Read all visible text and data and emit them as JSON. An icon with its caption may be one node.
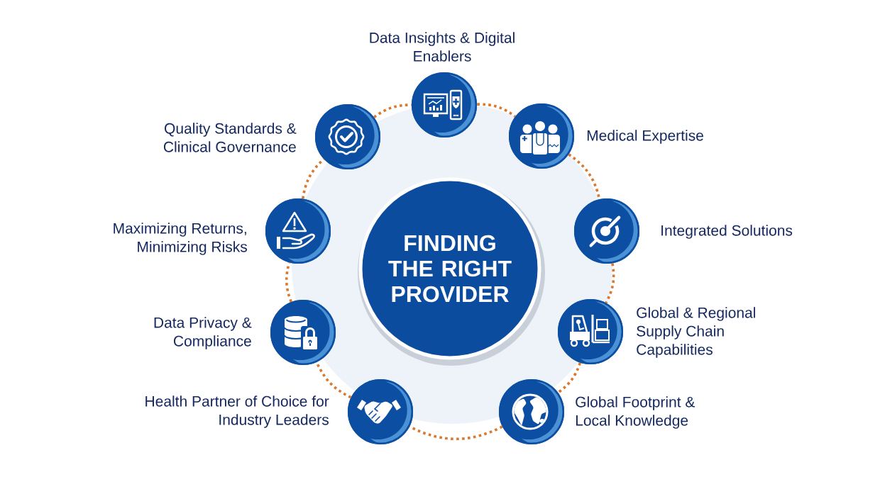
{
  "diagram": {
    "nodes": [
      {
        "text": [
          "FINDING THE RIGHT PROVIDER"
        ]
      },
      {
        "text": [],
        "shape": "circle",
        "beside": [
          "Data Insights & Digital Enablers"
        ]
      },
      {
        "text": [],
        "shape": "circle",
        "beside": [
          "Medical Expertise"
        ]
      },
      {
        "text": [],
        "shape": "circle",
        "beside": [
          "Integrated Solutions"
        ]
      },
      {
        "text": [],
        "shape": "circle",
        "beside": [
          "Global & Regional Supply Chain Capabilities"
        ]
      },
      {
        "text": [],
        "shape": "circle",
        "beside": [
          "Global Footprint & Local Knowledge"
        ]
      },
      {
        "text": [],
        "shape": "circle",
        "beside": [
          "Health Partner of Choice for Industry Leaders"
        ]
      },
      {
        "text": [],
        "shape": "circle",
        "beside": [
          "Data Privacy & Compliance"
        ]
      },
      {
        "text": [],
        "shape": "circle",
        "beside": [
          "Maximizing Returns, Minimizing Risks"
        ]
      },
      {
        "text": [],
        "shape": "circle",
        "beside": [
          "Quality Standards & Clinical Governance"
        ]
      }
    ],
    "edges": [
      {
        "from": 1,
        "to": 2,
        "arrow": "none"
      },
      {
        "from": 2,
        "to": 3,
        "arrow": "none"
      },
      {
        "from": 3,
        "to": 4,
        "arrow": "none"
      },
      {
        "from": 4,
        "to": 5,
        "arrow": "none"
      },
      {
        "from": 5,
        "to": 6,
        "arrow": "none"
      },
      {
        "from": 6,
        "to": 7,
        "arrow": "none"
      },
      {
        "from": 7,
        "to": 8,
        "arrow": "none"
      },
      {
        "from": 8,
        "to": 9,
        "arrow": "none"
      },
      {
        "from": 9,
        "to": 1,
        "arrow": "none"
      }
    ]
  }
}
